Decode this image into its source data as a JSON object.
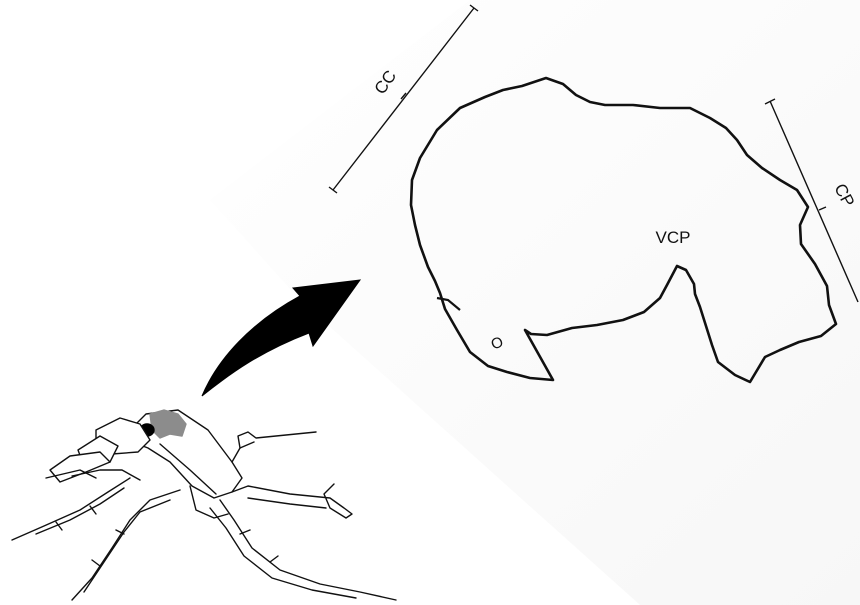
{
  "labels": {
    "cc": "CC",
    "cp": "CP",
    "vcp": "VCP",
    "o": "O"
  },
  "colors": {
    "ink": "#111111",
    "highlight": "#8c8c8c",
    "background": "#ffffff"
  }
}
